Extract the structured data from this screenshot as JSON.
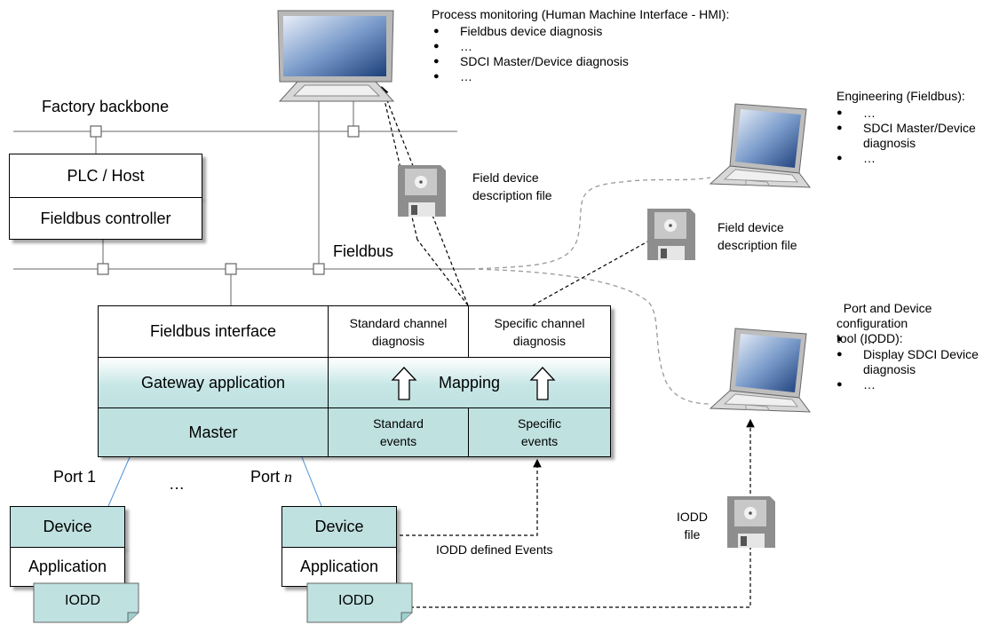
{
  "hmi": {
    "title": "Process monitoring (Human Machine Interface - HMI):",
    "items": [
      "Fieldbus device diagnosis",
      "…",
      "SDCI Master/Device diagnosis",
      "…"
    ]
  },
  "engineering": {
    "title": "Engineering (Fieldbus):",
    "items": [
      "…",
      "SDCI Master/Device\ndiagnosis",
      "…"
    ]
  },
  "port_tool": {
    "title": "Port and Device\nconfiguration\ntool (IODD):",
    "items": [
      "…",
      "Display SDCI Device\ndiagnosis",
      "…"
    ]
  },
  "factory_backbone": "Factory backbone",
  "fieldbus_label": "Fieldbus",
  "plc": {
    "host": "PLC / Host",
    "controller": "Fieldbus controller"
  },
  "gateway": {
    "fieldbus_interface": "Fieldbus interface",
    "standard_channel": "Standard channel\ndiagnosis",
    "specific_channel": "Specific channel\ndiagnosis",
    "gateway_application": "Gateway application",
    "mapping": "Mapping",
    "master": "Master",
    "standard_events": "Standard\nevents",
    "specific_events": "Specific\nevents"
  },
  "ports": {
    "port1": "Port 1",
    "ellipsis": "…",
    "portn_prefix": "Port ",
    "portn_var": "n"
  },
  "devices": [
    {
      "device": "Device",
      "application": "Application",
      "iodd": "IODD"
    },
    {
      "device": "Device",
      "application": "Application",
      "iodd": "IODD"
    }
  ],
  "files": {
    "fdd1": "Field device\ndescription file",
    "fdd2": "Field device\ndescription file",
    "iodd_file": "IODD\nfile"
  },
  "iodd_events": "IODD defined Events",
  "colors": {
    "teal": "#bfe1e0",
    "line_gray": "#9a9a9a",
    "port_line": "#4a90d9",
    "disk_gray": "#8c8c8c"
  }
}
